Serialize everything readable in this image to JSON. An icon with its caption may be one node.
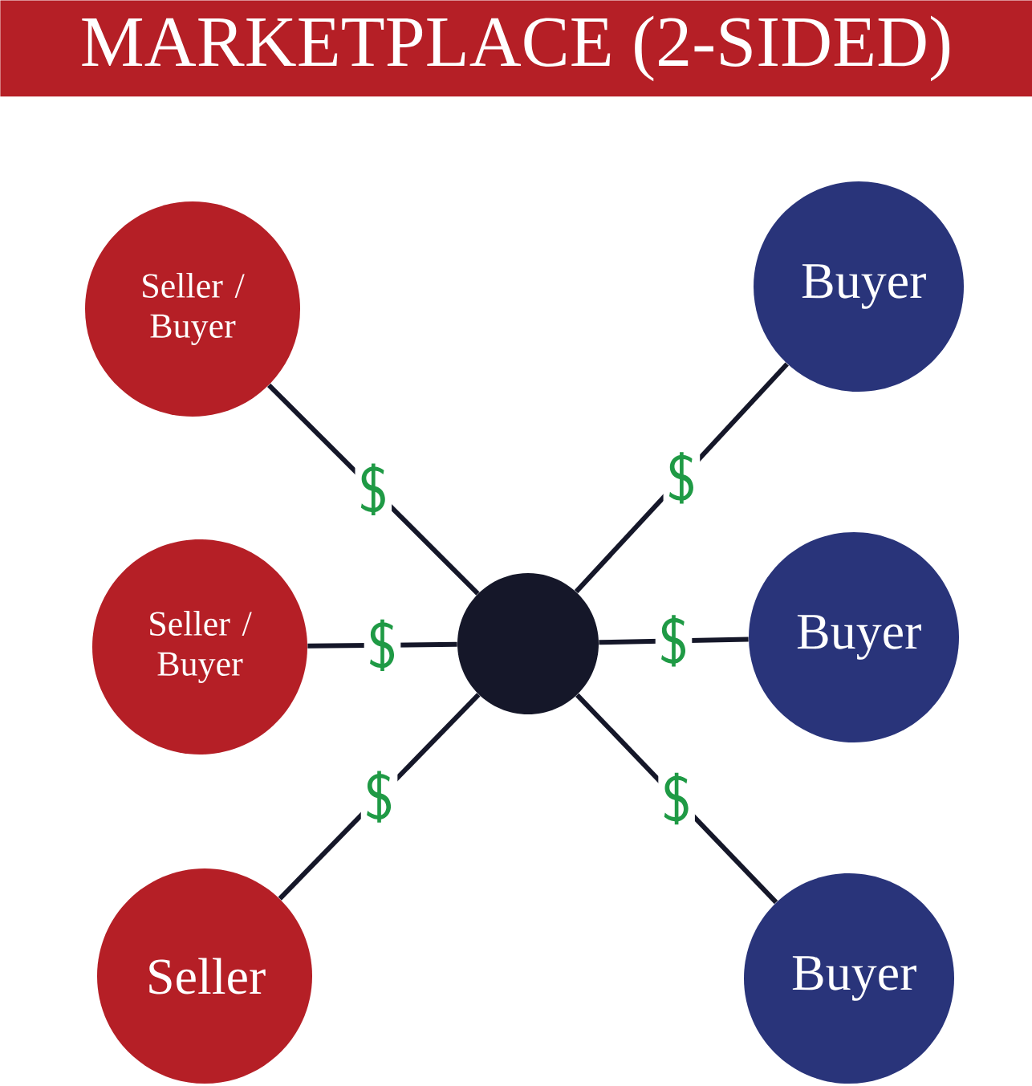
{
  "diagram": {
    "title": "MARKETPLACE (2-SIDED)",
    "nodes": [
      {
        "text": [
          "Seller / Buyer"
        ]
      },
      {
        "text": [
          "Buyer"
        ]
      },
      {
        "text": [
          "Seller / Buyer"
        ]
      },
      {
        "text": [],
        "shape": "circle"
      },
      {
        "text": [
          "Buyer"
        ]
      },
      {
        "text": [
          "Seller"
        ]
      },
      {
        "text": [
          "Buyer"
        ]
      }
    ],
    "edges": [
      {
        "from": 0,
        "to": 3,
        "arrow": "none",
        "label": "$"
      },
      {
        "from": 1,
        "to": 3,
        "arrow": "none",
        "label": "$"
      },
      {
        "from": 2,
        "to": 3,
        "arrow": "none",
        "label": "$"
      },
      {
        "from": 4,
        "to": 3,
        "arrow": "none",
        "label": "$"
      },
      {
        "from": 5,
        "to": 3,
        "arrow": "none",
        "label": "$"
      },
      {
        "from": 6,
        "to": 3,
        "arrow": "none",
        "label": "$"
      }
    ]
  }
}
